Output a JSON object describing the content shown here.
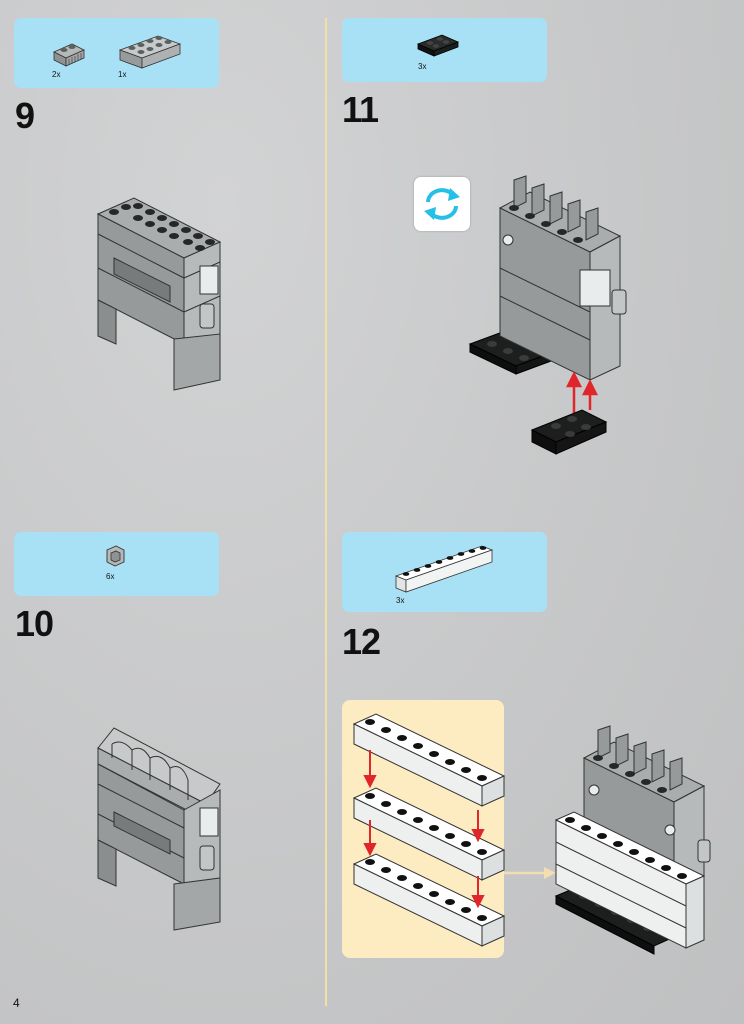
{
  "page": {
    "number": "4"
  },
  "steps": [
    {
      "number": "9",
      "parts": [
        {
          "icon": "gray-brick-1x2-grille-icon",
          "qty": "2x"
        },
        {
          "icon": "gray-brick-2x4-icon",
          "qty": "1x"
        }
      ]
    },
    {
      "number": "10",
      "parts": [
        {
          "icon": "gray-bracket-icon",
          "qty": "6x"
        }
      ]
    },
    {
      "number": "11",
      "parts": [
        {
          "icon": "black-plate-2x2-icon",
          "qty": "3x"
        }
      ],
      "callout": {
        "icon": "rotate-model-icon"
      }
    },
    {
      "number": "12",
      "parts": [
        {
          "icon": "white-brick-1x8-icon",
          "qty": "3x"
        }
      ]
    }
  ],
  "colors": {
    "parts_box": "#a8e1f5",
    "subassembly_box": "#fdebc2",
    "divider": "#f3dfa8",
    "arrow_red": "#e0262a",
    "rotate_cyan": "#25c0e8"
  }
}
